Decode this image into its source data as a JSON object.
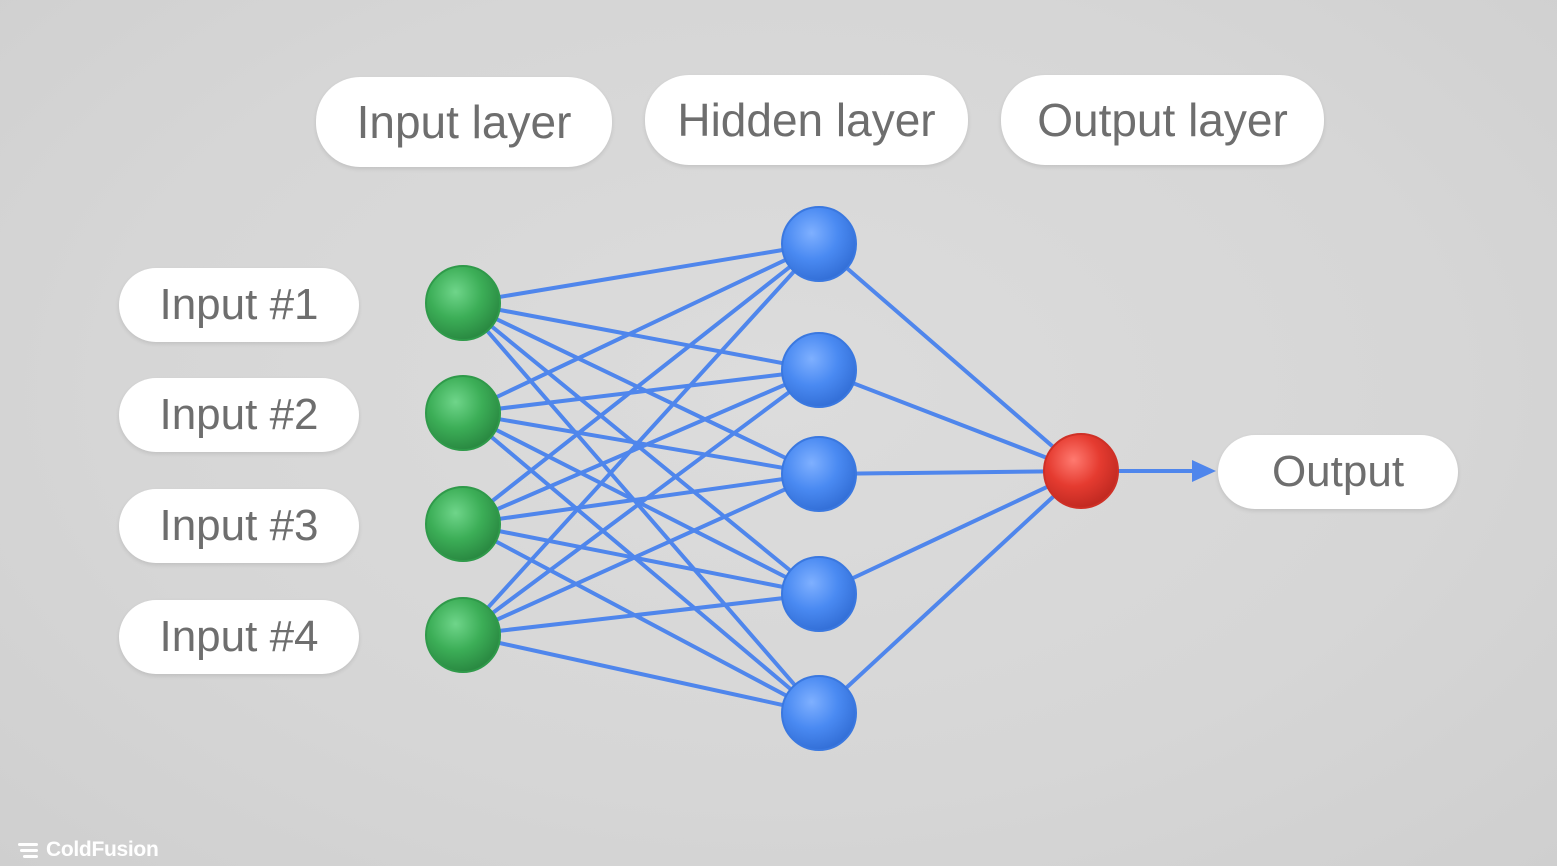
{
  "layers": {
    "input_label": "Input layer",
    "hidden_label": "Hidden layer",
    "output_label": "Output layer"
  },
  "inputs": [
    "Input #1",
    "Input #2",
    "Input #3",
    "Input #4"
  ],
  "output_label": "Output",
  "brand": {
    "name": "ColdFusion"
  },
  "network": {
    "input_nodes": 4,
    "hidden_nodes": 5,
    "output_nodes": 1,
    "colors": {
      "input_node": "#34a853",
      "hidden_node": "#4285f4",
      "output_node": "#ea4335",
      "edge": "#4f86ec"
    }
  }
}
